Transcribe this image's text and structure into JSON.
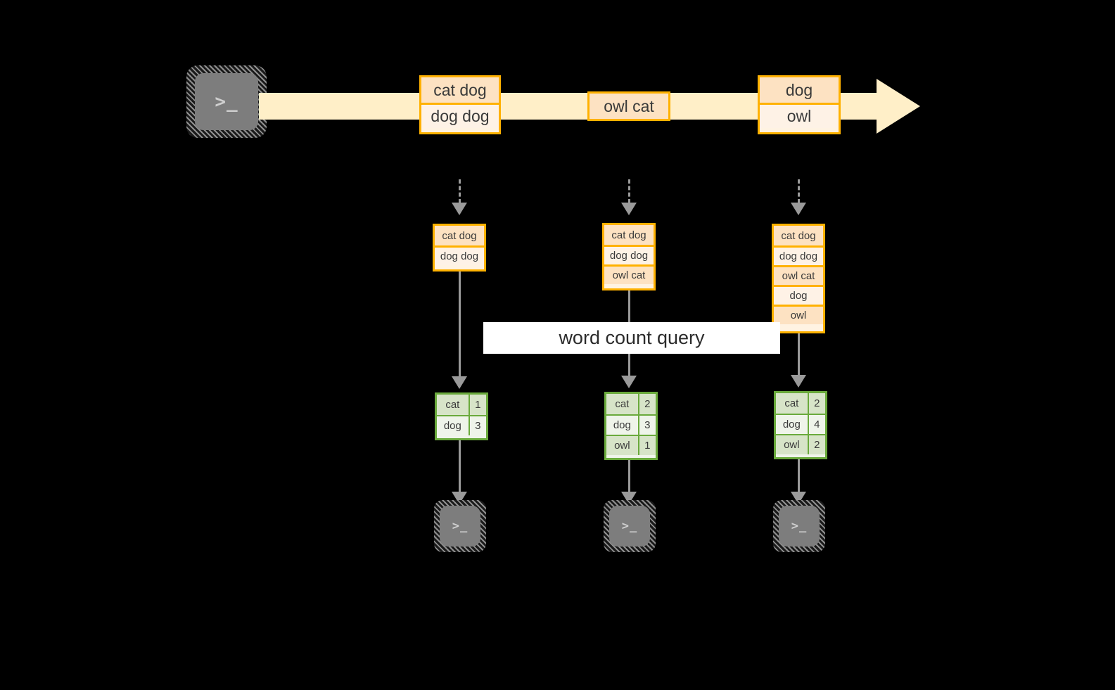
{
  "diagram": {
    "title": "word count query",
    "colors": {
      "background": "#000000",
      "stream_fill": "#FFEFC8",
      "record_border": "#FFB100",
      "record_fill_dark": "#FDE2C2",
      "record_fill_light": "#FEF2E6",
      "result_border": "#6AAA3C",
      "result_fill_dark": "#D7E4C8",
      "result_fill_light": "#EFF4EA",
      "connector": "#9A9A9A",
      "terminal_fill": "#7D7D7D",
      "banner_fill": "#FFFFFF"
    }
  },
  "source": {
    "icon": "terminal-icon",
    "glyph": ">_"
  },
  "stream": {
    "icon": "right-arrow-icon",
    "records": [
      {
        "lines": [
          "cat dog",
          "dog dog"
        ]
      },
      {
        "lines": [
          "owl cat"
        ]
      },
      {
        "lines": [
          "dog",
          "owl"
        ]
      }
    ]
  },
  "columns": [
    {
      "id": "snapshot-1",
      "accumulated": {
        "rows": [
          "cat dog",
          "dog dog"
        ]
      },
      "result": {
        "rows": [
          {
            "word": "cat",
            "count": "1"
          },
          {
            "word": "dog",
            "count": "3"
          }
        ]
      },
      "sink": {
        "icon": "terminal-icon",
        "glyph": ">_"
      }
    },
    {
      "id": "snapshot-2",
      "accumulated": {
        "rows": [
          "cat dog",
          "dog dog",
          "owl cat"
        ]
      },
      "result": {
        "rows": [
          {
            "word": "cat",
            "count": "2"
          },
          {
            "word": "dog",
            "count": "3"
          },
          {
            "word": "owl",
            "count": "1"
          }
        ]
      },
      "sink": {
        "icon": "terminal-icon",
        "glyph": ">_"
      }
    },
    {
      "id": "snapshot-3",
      "accumulated": {
        "rows": [
          "cat dog",
          "dog dog",
          "owl cat",
          "dog",
          "owl"
        ]
      },
      "result": {
        "rows": [
          {
            "word": "cat",
            "count": "2"
          },
          {
            "word": "dog",
            "count": "4"
          },
          {
            "word": "owl",
            "count": "2"
          }
        ]
      },
      "sink": {
        "icon": "terminal-icon",
        "glyph": ">_"
      }
    }
  ]
}
